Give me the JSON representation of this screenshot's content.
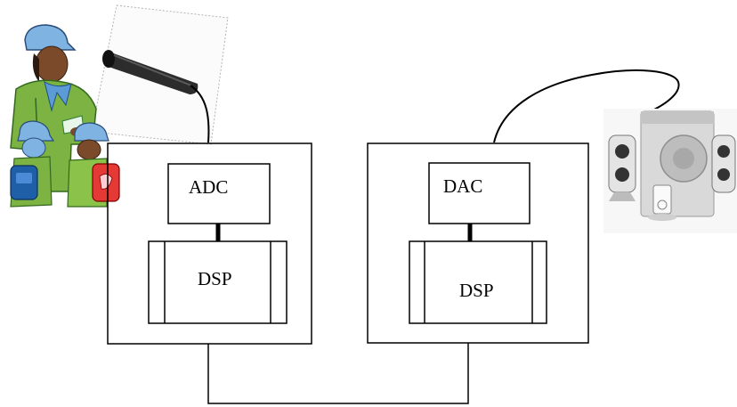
{
  "diagram": {
    "sender_unit": {
      "converter_label": "ADC",
      "processor_label": "DSP",
      "source_picture": "teacher-with-children-and-microphone-illustration"
    },
    "receiver_unit": {
      "converter_label": "DAC",
      "processor_label": "DSP",
      "output_picture": "speaker-system-illustration"
    },
    "colors": {
      "line": "#000000",
      "background": "#ffffff"
    }
  }
}
